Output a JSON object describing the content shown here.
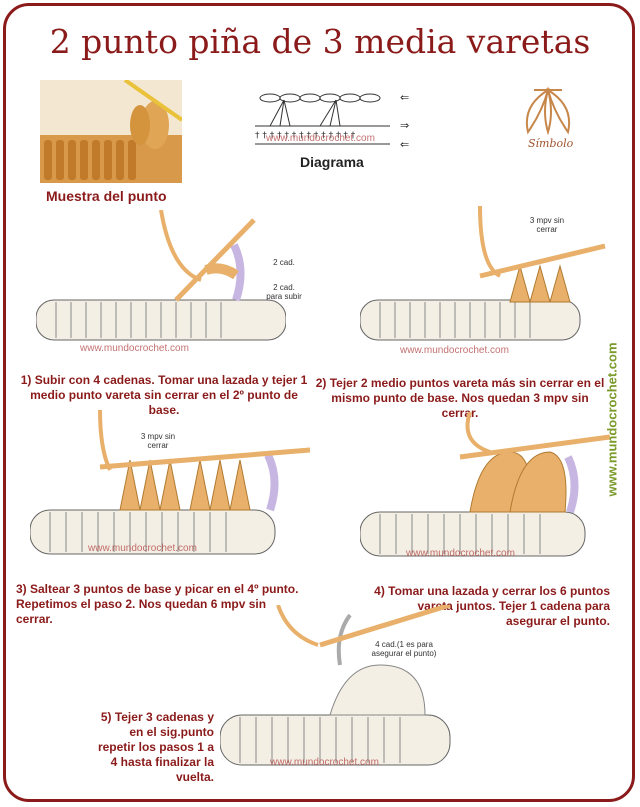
{
  "title": "2 punto piña de 3 media varetas",
  "muestra_label": "Muestra del punto",
  "diagrama_label": "Diagrama",
  "simbolo_label": "Símbolo",
  "site": "www.mundocrochet.com",
  "steps": [
    {
      "text": "1) Subir con 4 cadenas. Tomar una lazada y tejer 1 medio punto vareta sin cerrar en el 2º punto de base.",
      "labels": [
        "2 cad.",
        "2 cad. para subir"
      ]
    },
    {
      "text": "2) Tejer 2 medio puntos vareta más sin cerrar en el mismo punto de base. Nos quedan 3 mpv sin cerrar.",
      "labels": [
        "3 mpv sin cerrar"
      ]
    },
    {
      "text": "3) Saltear 3 puntos de base y picar en el 4º punto. Repetimos el paso 2. Nos quedan 6 mpv sin cerrar.",
      "labels": [
        "3 mpv sin cerrar"
      ]
    },
    {
      "text": "4) Tomar una lazada y cerrar los 6 puntos vareta juntos. Tejer 1 cadena para asegurar el punto.",
      "labels": []
    },
    {
      "text": "5) Tejer 3 cadenas y en el sig.punto repetir los pasos 1 a 4 hasta finalizar la vuelta.",
      "labels": [
        "4 cad.(1 es para asegurar el punto)"
      ]
    }
  ],
  "colors": {
    "accent": "#8b1a1a",
    "yarn_orange": "#e8b06a",
    "yarn_cream": "#f3efe4",
    "yarn_purple": "#c8b6e2",
    "side_green": "#7a9a2a"
  }
}
